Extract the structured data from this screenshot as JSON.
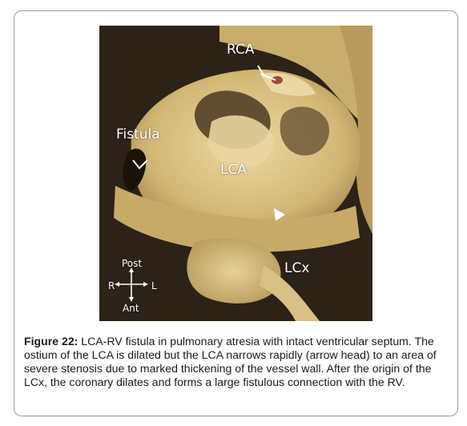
{
  "figure": {
    "labels": {
      "rca": "RCA",
      "fistula": "Fistula",
      "lca": "LCA",
      "lcx": "LCx",
      "compass_post": "Post",
      "compass_r": "R",
      "compass_l": "L",
      "compass_ant": "Ant"
    },
    "caption": {
      "label": "Figure 22:",
      "text": " LCA-RV fistula in pulmonary atresia with intact ventricular septum. The ostium of the LCA is dilated but the LCA narrows rapidly (arrow head) to an area of severe stenosis due to marked thickening of the vessel wall. After the origin of the LCx, the coronary dilates and forms a large fistulous connection with the RV."
    }
  },
  "colors": {
    "tissue": "#d8bf7e",
    "tissue_light": "#ecd9a2",
    "shadow": "#3a2c1c",
    "background": "#2a2118"
  }
}
